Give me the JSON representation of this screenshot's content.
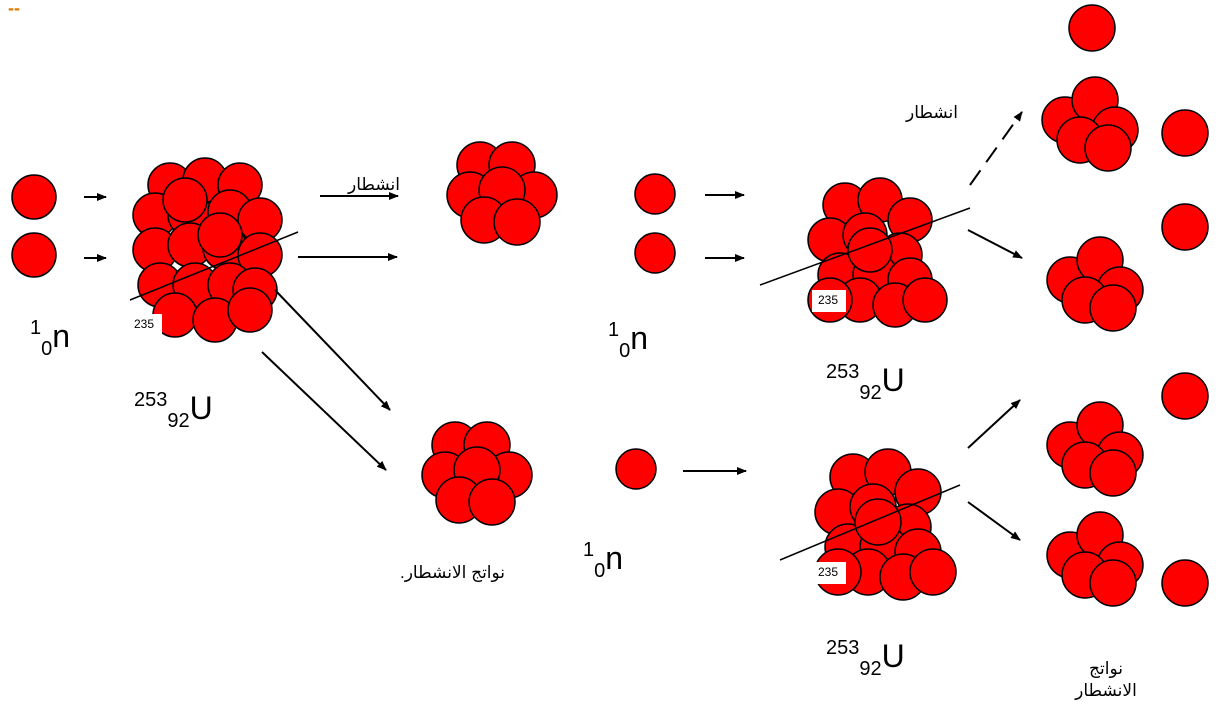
{
  "corner_mark": "--",
  "neutron": {
    "mass": "1",
    "charge": "0",
    "symbol": "n"
  },
  "uranium": {
    "mass": "253",
    "charge": "92",
    "symbol": "U",
    "isotope_tag": "235"
  },
  "labels": {
    "fission": "انشطار",
    "fission_top": "انشطار",
    "fission_products": "نواتج الانشطار.",
    "fission_products_line1": "نواتج",
    "fission_products_line2": "الانشطار"
  },
  "colors": {
    "particle_fill": "#ff0000",
    "stroke": "#000000",
    "background": "#ffffff"
  }
}
